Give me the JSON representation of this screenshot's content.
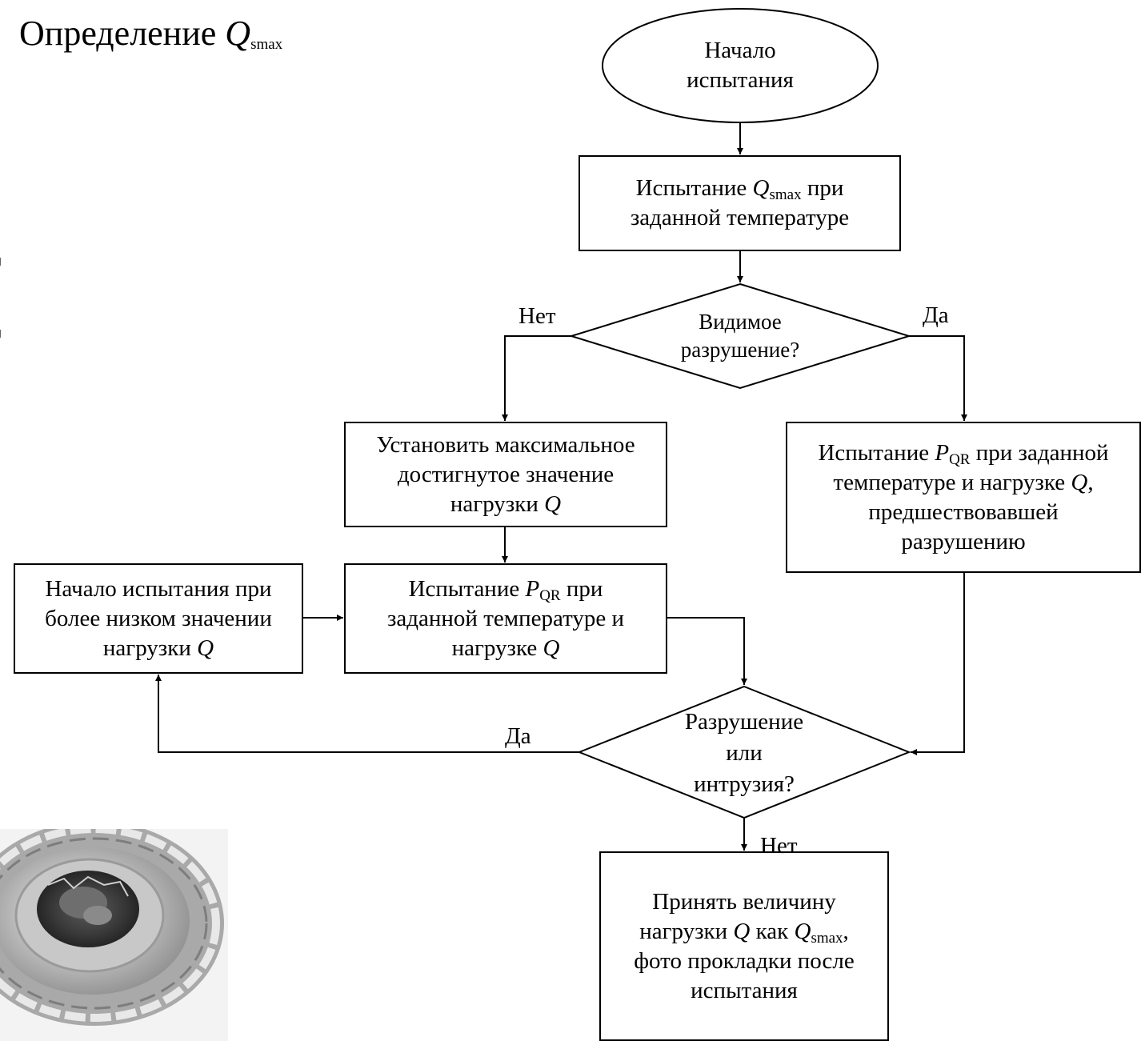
{
  "title": {
    "text": "Определение ",
    "q": "Q",
    "sub": "smax"
  },
  "nodes": {
    "start": {
      "line1": "Начало",
      "line2": "испытания"
    },
    "test_qsmax": {
      "pre": "Испытание ",
      "q": "Q",
      "sub": "smax",
      "post": " при",
      "line2": "заданной температуре"
    },
    "decision_visible": {
      "line1": "Видимое",
      "line2": "разрушение?"
    },
    "set_max": {
      "line1": "Установить максимальное",
      "line2": "достигнутое значение",
      "line3_pre": "нагрузки ",
      "line3_q": "Q"
    },
    "test_pqr_right": {
      "pre": "Испытание ",
      "p": "P",
      "sub": "QR",
      "post": " при заданной",
      "line2_pre": "температуре и нагрузке ",
      "line2_q": "Q",
      "line2_post": ",",
      "line3": "предшествовавшей",
      "line4": "разрушению"
    },
    "test_pqr_mid": {
      "pre": "Испытание ",
      "p": "P",
      "sub": "QR",
      "post": " при",
      "line2": "заданной температуре и",
      "line3_pre": "нагрузке ",
      "line3_q": "Q"
    },
    "lower_load": {
      "line1": "Начало испытания при",
      "line2": "более низком значении",
      "line3_pre": "нагрузки ",
      "line3_q": "Q"
    },
    "decision_intrusion": {
      "line1": "Разрушение",
      "line2": "или",
      "line3": "интрузия?"
    },
    "accept": {
      "line1": "Принять величину",
      "line2_pre": "нагрузки ",
      "line2_q1": "Q",
      "line2_mid": " как ",
      "line2_q2": "Q",
      "line2_sub": "smax",
      "line2_post": ",",
      "line3": "фото прокладки после",
      "line4": "испытания"
    }
  },
  "edge_labels": {
    "no_1": "Нет",
    "yes_1": "Да",
    "yes_2": "Да",
    "no_2": "Нет"
  }
}
